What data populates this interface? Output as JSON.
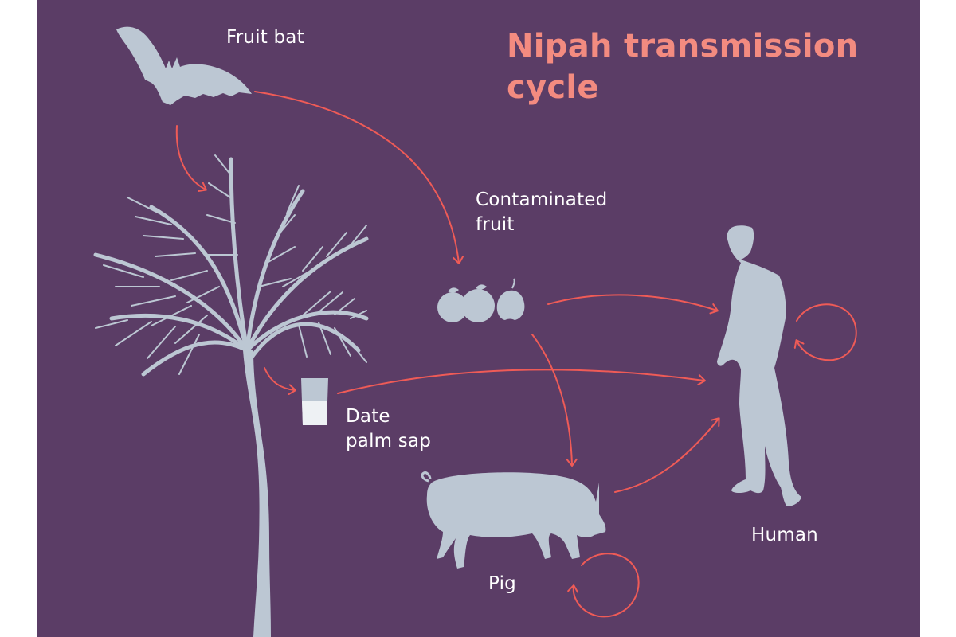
{
  "title": {
    "line1": "Nipah transmission",
    "line2": "cycle"
  },
  "nodes": {
    "fruit_bat": {
      "label": "Fruit bat",
      "icon": "bat-silhouette-icon"
    },
    "palm_tree": {
      "icon": "date-palm-tree-icon"
    },
    "contaminated_fruit": {
      "line1": "Contaminated",
      "line2": "fruit",
      "icon": "fruit-icon"
    },
    "date_palm_sap": {
      "line1": "Date",
      "line2": "palm sap",
      "icon": "glass-of-sap-icon"
    },
    "pig": {
      "label": "Pig",
      "icon": "pig-silhouette-icon"
    },
    "human": {
      "label": "Human",
      "icon": "human-silhouette-icon"
    }
  },
  "edges": [
    {
      "from": "Fruit bat",
      "to": "Date palm tree"
    },
    {
      "from": "Fruit bat",
      "to": "Contaminated fruit"
    },
    {
      "from": "Date palm tree",
      "to": "Date palm sap"
    },
    {
      "from": "Contaminated fruit",
      "to": "Human"
    },
    {
      "from": "Contaminated fruit",
      "to": "Pig"
    },
    {
      "from": "Date palm sap",
      "to": "Human"
    },
    {
      "from": "Pig",
      "to": "Human"
    },
    {
      "from": "Pig",
      "to": "Pig"
    },
    {
      "from": "Human",
      "to": "Human"
    }
  ],
  "colors": {
    "background": "#5b3d66",
    "accent": "#f38b80",
    "arrow": "#ef5b57",
    "silhouette": "#bcc7d3",
    "label_text": "#ffffff"
  }
}
